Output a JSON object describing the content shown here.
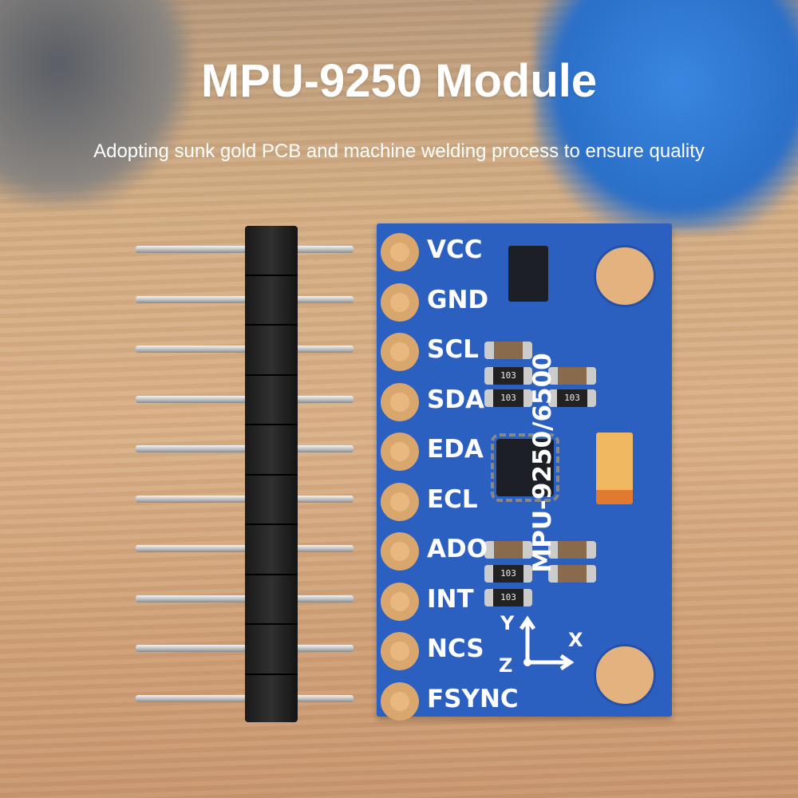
{
  "title": "MPU-9250 Module",
  "subtitle": "Adopting sunk gold PCB and machine welding process to ensure quality",
  "board": {
    "pins": [
      "VCC",
      "GND",
      "SCL",
      "SDA",
      "EDA",
      "ECL",
      "ADO",
      "INT",
      "NCS",
      "FSYNC"
    ],
    "model_text": "MPU-9250/6500",
    "resistor_marking": "103",
    "axes": {
      "x": "X",
      "y": "Y",
      "z": "Z"
    }
  },
  "colors": {
    "pcb": "#2b5fc0",
    "pad": "#d9a66e"
  }
}
